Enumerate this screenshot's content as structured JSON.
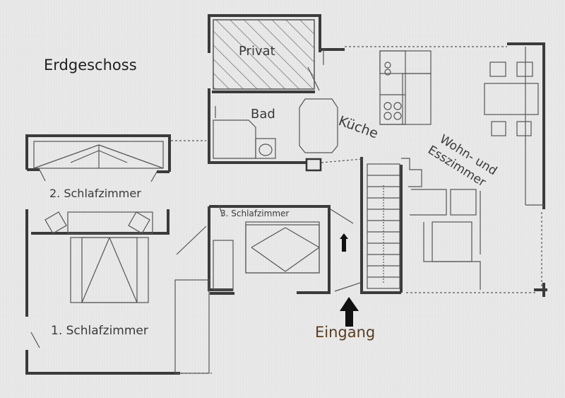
{
  "plan": {
    "title": "Erdgeschoss",
    "rooms": {
      "privat": "Privat",
      "bad": "Bad",
      "kueche": "Küche",
      "wohn_line1": "Wohn- und",
      "wohn_line2": "Esszimmer",
      "schlafzimmer_2": "2. Schlafzimmer",
      "schlafzimmer_3": "3. Schlafzimmer",
      "schlafzimmer_1": "1. Schlafzimmer"
    },
    "entrance": "Eingang",
    "colors": {
      "paper": "#e8e8e9",
      "ink": "#3a3a3a",
      "entrance_text": "#5a3d1e"
    }
  }
}
